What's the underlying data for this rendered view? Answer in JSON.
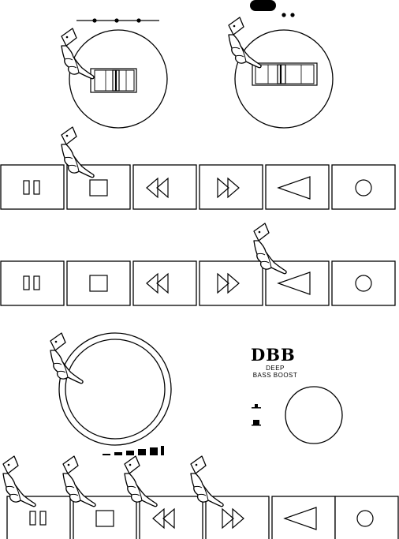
{
  "dbb": {
    "logo": "DBB",
    "line1": "DEEP",
    "line2": "BASS BOOST"
  },
  "control_panels": [
    {
      "buttons": [
        "pause-button",
        "stop-button",
        "rewind-button",
        "fast-forward-button",
        "play-button",
        "record-button"
      ],
      "pointed": [
        "stop-button"
      ]
    },
    {
      "buttons": [
        "pause-button",
        "stop-button",
        "rewind-button",
        "fast-forward-button",
        "play-button",
        "record-button"
      ],
      "pointed": [
        "play-button"
      ]
    },
    {
      "buttons": [
        "pause-button",
        "stop-button",
        "rewind-button",
        "fast-forward-button",
        "play-button",
        "record-button"
      ],
      "pointed": [
        "pause-button",
        "stop-button",
        "rewind-button",
        "fast-forward-button"
      ]
    }
  ],
  "icons": [
    "hand-pointer-icon",
    "slide-switch-icon",
    "volume-knob-icon",
    "volume-level-icon",
    "dbb-button-icon",
    "led-indicator-icon"
  ]
}
